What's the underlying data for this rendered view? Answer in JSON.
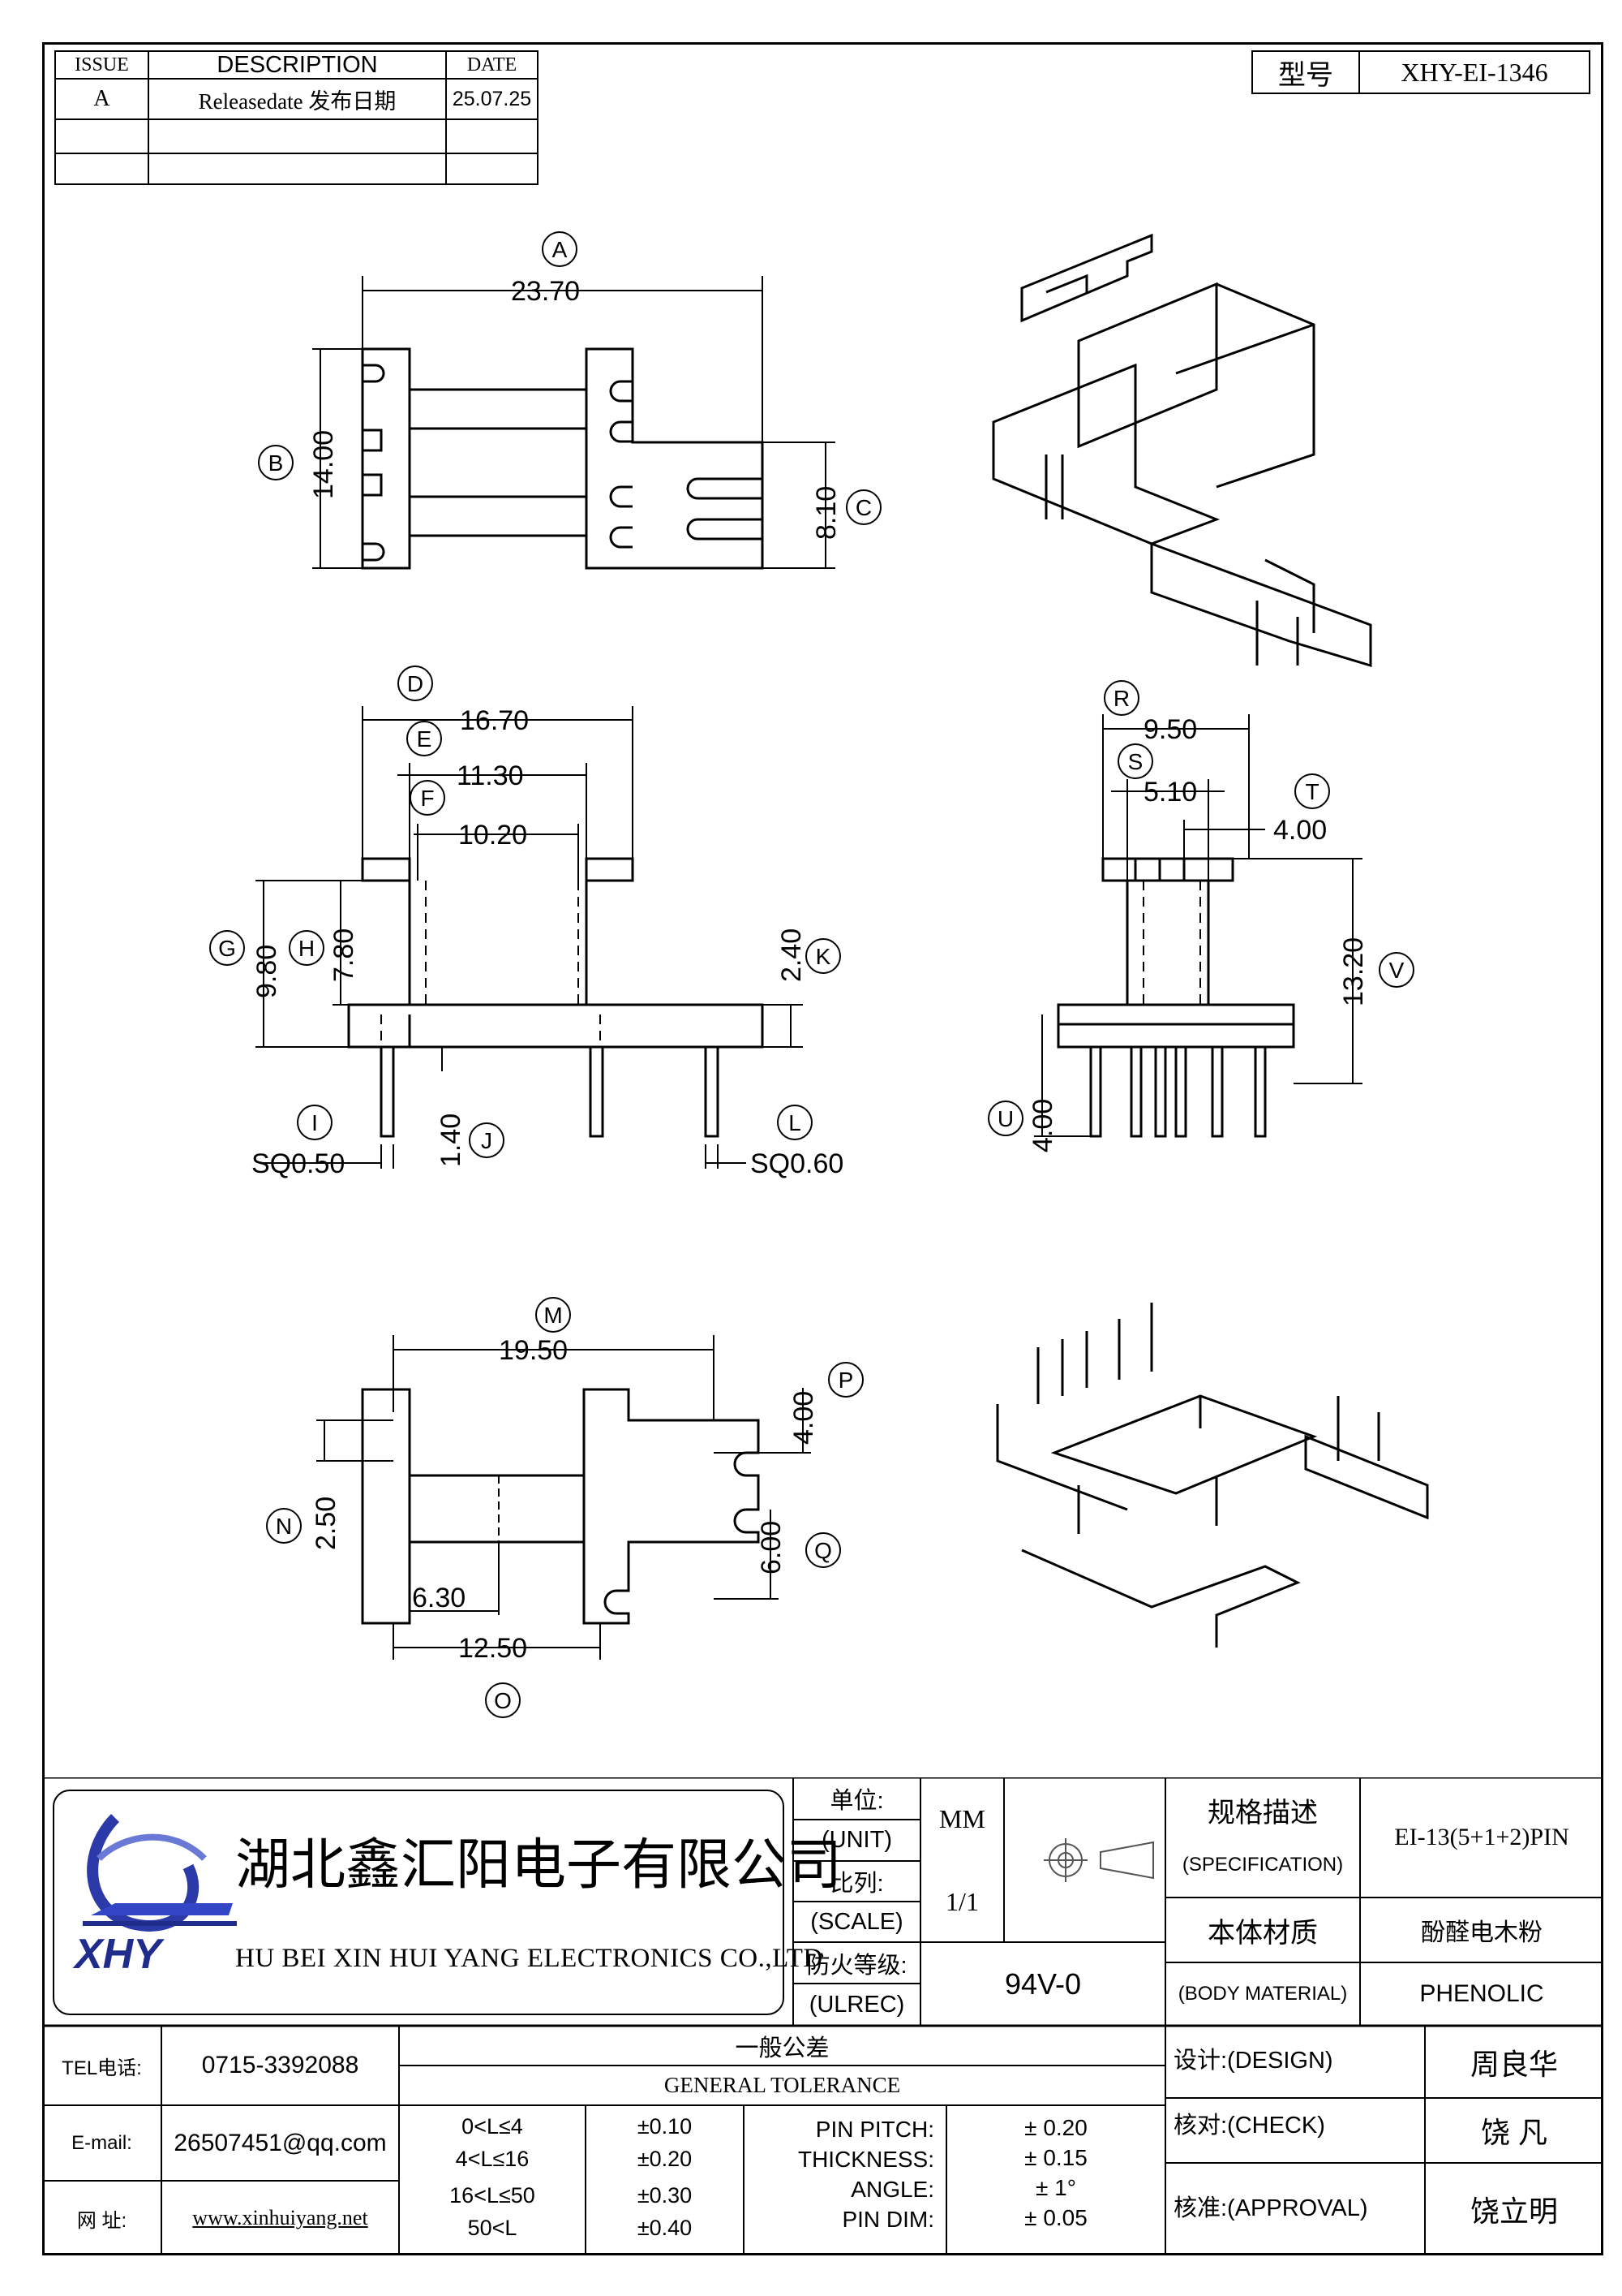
{
  "header": {
    "revision_table": {
      "col_issue": "ISSUE",
      "col_description": "DESCRIPTION",
      "col_date": "DATE",
      "rows": [
        {
          "issue": "A",
          "description": "Releasedate 发布日期",
          "date": "25.07.25"
        },
        {
          "issue": "",
          "description": "",
          "date": ""
        },
        {
          "issue": "",
          "description": "",
          "date": ""
        }
      ]
    },
    "model_label": "型号",
    "model_value": "XHY-EI-1346"
  },
  "drawing": {
    "view_top": {
      "dims": {
        "A": "23.70",
        "B": "14.00",
        "C": "8.10"
      },
      "letters": [
        "A",
        "B",
        "C"
      ]
    },
    "view_front": {
      "dims": {
        "D": "16.70",
        "E": "11.30",
        "F": "10.20",
        "G": "9.80",
        "H": "7.80",
        "K": "2.40",
        "J": "1.40",
        "I": "SQ0.50",
        "L": "SQ0.60"
      },
      "letters": [
        "D",
        "E",
        "F",
        "G",
        "H",
        "I",
        "J",
        "K",
        "L"
      ]
    },
    "view_side": {
      "dims": {
        "R": "9.50",
        "S": "5.10",
        "T": "4.00",
        "V": "13.20",
        "U": "4.00"
      },
      "letters": [
        "R",
        "S",
        "T",
        "U",
        "V"
      ]
    },
    "view_bottom": {
      "dims": {
        "M": "19.50",
        "P": "4.00",
        "N": "2.50",
        "Q": "6.00",
        "pin_offset": "6.30",
        "O": "12.50"
      },
      "letters": [
        "M",
        "N",
        "O",
        "P",
        "Q"
      ]
    }
  },
  "title_block": {
    "company_cn": "湖北鑫汇阳电子有限公司",
    "company_en": "HU BEI XIN HUI YANG ELECTRONICS CO.,LTD",
    "logo_text": "XHY",
    "unit_label_cn": "单位:",
    "unit_label_en": "(UNIT)",
    "unit_value": "MM",
    "scale_label_cn": "比列:",
    "scale_label_en": "(SCALE)",
    "scale_value": "1/1",
    "fire_label_cn": "防火等级:",
    "fire_label_en": "(ULREC)",
    "fire_value": "94V-0",
    "spec_label_cn": "规格描述",
    "spec_label_en": "(SPECIFICATION)",
    "spec_value": "EI-13(5+1+2)PIN",
    "material_label_cn": "本体材质",
    "material_label_en": "(BODY MATERIAL)",
    "material_value_cn": "酚醛电木粉",
    "material_value_en": "PHENOLIC",
    "tel_label": "TEL电话:",
    "tel_value": "0715-3392088",
    "email_label": "E-mail:",
    "email_value": "26507451@qq.com",
    "web_label": "网  址:",
    "web_value": "www.xinhuiyang.net",
    "tolerance_title_cn": "一般公差",
    "tolerance_title_en": "GENERAL TOLERANCE",
    "tolerances": [
      {
        "range": "0<L≤4",
        "value": "±0.10"
      },
      {
        "range": "4<L≤16",
        "value": "±0.20"
      },
      {
        "range": "16<L≤50",
        "value": "±0.30"
      },
      {
        "range": "50<L",
        "value": "±0.40"
      }
    ],
    "pin_specs": [
      {
        "label": "PIN PITCH:",
        "value": "± 0.20"
      },
      {
        "label": "THICKNESS:",
        "value": "± 0.15"
      },
      {
        "label": "ANGLE:",
        "value": "± 1°"
      },
      {
        "label": "PIN DIM:",
        "value": "± 0.05"
      }
    ],
    "design_label": "设计:(DESIGN)",
    "design_value": "周良华",
    "check_label": "核对:(CHECK)",
    "check_value": "饶  凡",
    "approval_label": "核准:(APPROVAL)",
    "approval_value": "饶立明"
  }
}
